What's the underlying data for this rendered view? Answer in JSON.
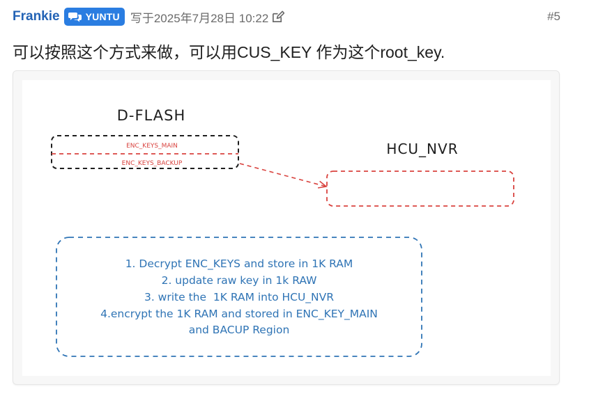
{
  "post": {
    "author": "Frankie",
    "badge": "YUNTU",
    "meta": "写于2025年7月28日 10:22",
    "number": "#5",
    "text": "可以按照这个方式来做，可以用CUS_KEY 作为这个root_key."
  },
  "diagram": {
    "dflash_title": "D-FLASH",
    "enc_main": "ENC_KEYS_MAIN",
    "enc_backup": "ENC_KEYS_BACKUP",
    "hcu_title": "HCU_NVR",
    "steps": [
      "1. Decrypt ENC_KEYS and store in 1K RAM",
      "2. update raw key in 1k RAW",
      "3. write the  1K RAM into HCU_NVR",
      "4.encrypt the 1K RAM and stored in ENC_KEY_MAIN",
      "and BACUP Region"
    ]
  },
  "colors": {
    "author": "#2363b5",
    "badge": "#2a7de1",
    "red_dash": "#d9433f",
    "blue_text": "#2f74b5",
    "black_dash": "#1e1e1e"
  }
}
